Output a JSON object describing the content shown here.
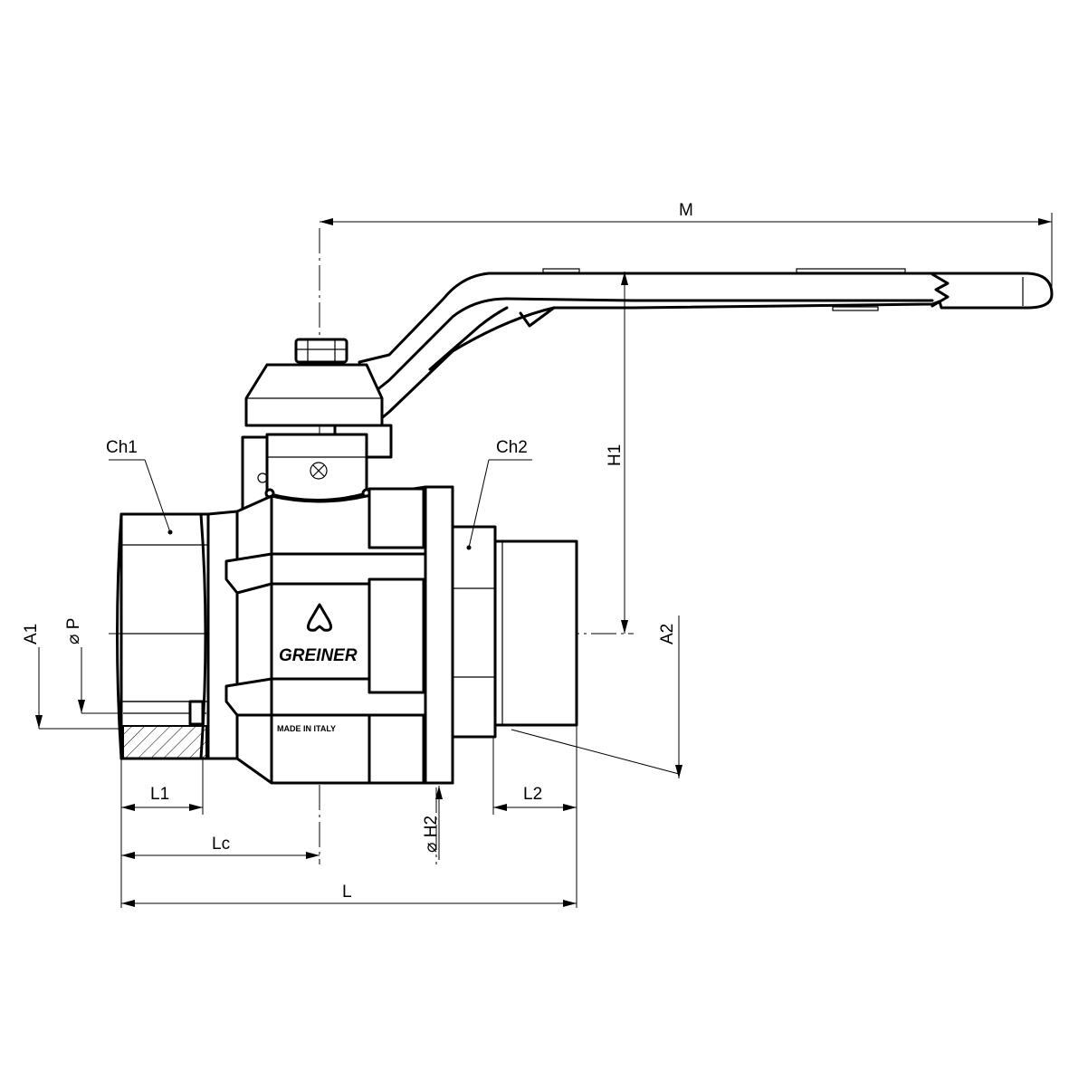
{
  "labels": {
    "M": "M",
    "H1": "H1",
    "Ch1": "Ch1",
    "Ch2": "Ch2",
    "A1": "A1",
    "P": "⌀ P",
    "A2": "A2",
    "L1": "L1",
    "L2": "L2",
    "Lc": "Lc",
    "L": "L",
    "H2": "⌀ H2"
  },
  "body_text": {
    "brand": "GREINER",
    "origin": "MADE IN ITALY"
  }
}
